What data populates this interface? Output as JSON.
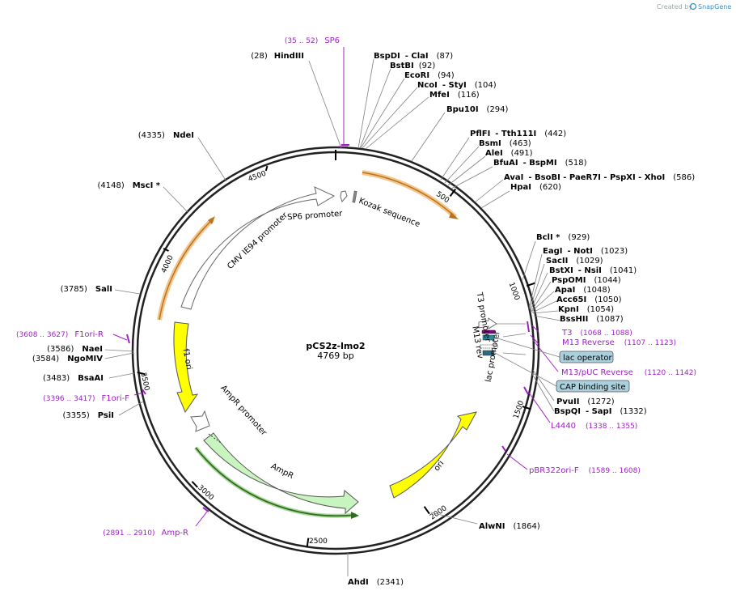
{
  "watermark": {
    "prefix": "Created by",
    "brand": "SnapGene"
  },
  "plasmid": {
    "name": "pCS2z-lmo2",
    "size": "4769 bp"
  },
  "ticks": [
    "500",
    "1000",
    "1500",
    "2000",
    "2500",
    "3000",
    "3500",
    "4000",
    "4500"
  ],
  "sites": [
    {
      "pos": "(28)",
      "name": "HindIII"
    },
    {
      "name": "BspDI",
      "name2": "- ClaI",
      "pos": "(87)"
    },
    {
      "name": "BstBI",
      "pos": "(92)"
    },
    {
      "name": "EcoRI",
      "pos": "(94)"
    },
    {
      "name": "NcoI",
      "name2": "- StyI",
      "pos": "(104)"
    },
    {
      "name": "MfeI",
      "pos": "(116)"
    },
    {
      "name": "Bpu10I",
      "pos": "(294)"
    },
    {
      "name": "PflFI",
      "name2": "- Tth111I",
      "pos": "(442)"
    },
    {
      "name": "BsmI",
      "pos": "(463)"
    },
    {
      "name": "AleI",
      "pos": "(491)"
    },
    {
      "name": "BfuAI",
      "name2": "- BspMI",
      "pos": "(518)"
    },
    {
      "name": "AvaI",
      "name2": "- BsoBI  - PaeR7I  - PspXI  - XhoI",
      "pos": "(586)"
    },
    {
      "name": "HpaI",
      "pos": "(620)"
    },
    {
      "name": "BclI *",
      "pos": "(929)"
    },
    {
      "name": "EagI",
      "name2": "- NotI",
      "pos": "(1023)"
    },
    {
      "name": "SacII",
      "pos": "(1029)"
    },
    {
      "name": "BstXI",
      "name2": "- NsiI",
      "pos": "(1041)"
    },
    {
      "name": "PspOMI",
      "pos": "(1044)"
    },
    {
      "name": "ApaI",
      "pos": "(1048)"
    },
    {
      "name": "Acc65I",
      "pos": "(1050)"
    },
    {
      "name": "KpnI",
      "pos": "(1054)"
    },
    {
      "name": "BssHII",
      "pos": "(1087)"
    },
    {
      "name": "PvuII",
      "pos": "(1272)"
    },
    {
      "name": "BspQI",
      "name2": "- SapI",
      "pos": "(1332)"
    },
    {
      "name": "AlwNI",
      "pos": "(1864)"
    },
    {
      "name": "AhdI",
      "pos": "(2341)"
    },
    {
      "pos": "(3355)",
      "name": "PsiI"
    },
    {
      "pos": "(3483)",
      "name": "BsaAI"
    },
    {
      "pos": "(3584)",
      "name": "NgoMIV"
    },
    {
      "pos": "(3586)",
      "name": "NaeI"
    },
    {
      "pos": "(3785)",
      "name": "SalI"
    },
    {
      "pos": "(4148)",
      "name": "MscI *"
    },
    {
      "pos": "(4335)",
      "name": "NdeI"
    }
  ],
  "primers": [
    {
      "range": "(35 .. 52)",
      "name": "SP6"
    },
    {
      "name": "T3",
      "range": "(1068 .. 1088)"
    },
    {
      "name": "M13 Reverse",
      "range": "(1107 .. 1123)"
    },
    {
      "name": "M13/pUC Reverse",
      "range": "(1120 .. 1142)"
    },
    {
      "name": "L4440",
      "range": "(1338 .. 1355)"
    },
    {
      "name": "pBR322ori-F",
      "range": "(1589 .. 1608)"
    },
    {
      "range": "(2891 .. 2910)",
      "name": "Amp-R"
    },
    {
      "range": "(3396 .. 3417)",
      "name": "F1ori-F"
    },
    {
      "range": "(3608 .. 3627)",
      "name": "F1ori-R"
    }
  ],
  "boxed_features": [
    "lac operator",
    "CAP binding site"
  ],
  "features": [
    "SP6 promoter",
    "Kozak sequence",
    "CMV IE94 promoter",
    "T3 promoter",
    "M13 rev",
    "lac promoter",
    "f1 ori",
    "AmpR promoter",
    "AmpR",
    "ori"
  ]
}
